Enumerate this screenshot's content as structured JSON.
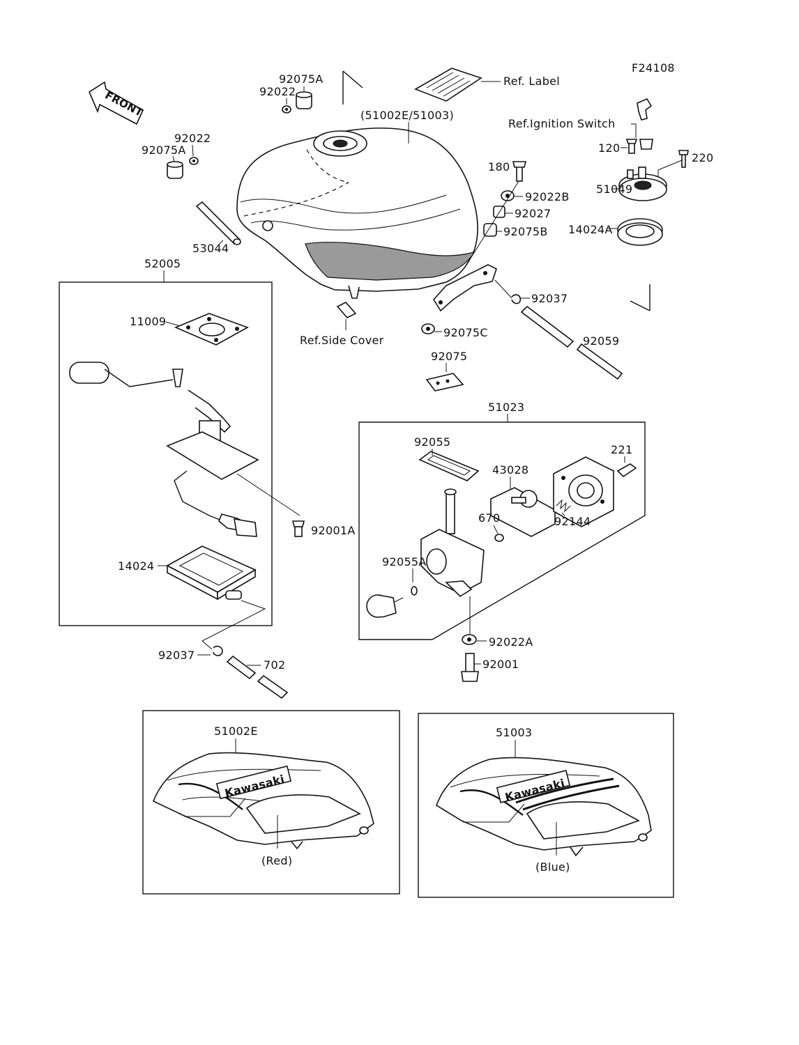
{
  "figure_code": "F24108",
  "front_label": "FRONT",
  "labels": {
    "ref_label": "Ref. Label",
    "ref_ignition_switch": "Ref.Ignition Switch",
    "ref_side_cover": "Ref.Side Cover",
    "tank_assy": "(51002E/51003)",
    "p92075A_top": "92075A",
    "p92022_top": "92022",
    "p92022_left": "92022",
    "p92075A_left": "92075A",
    "p53044": "53044",
    "p180": "180",
    "p92022B": "92022B",
    "p92027": "92027",
    "p92075B": "92075B",
    "p120": "120",
    "p220": "220",
    "p51049": "51049",
    "p14024A": "14024A",
    "p92037_right": "92037",
    "p92075C": "92075C",
    "p92059": "92059",
    "p92075": "92075",
    "p52005": "52005",
    "p11009": "11009",
    "p92001A": "92001A",
    "p14024": "14024",
    "p92037_left": "92037",
    "p702": "702",
    "p51023": "51023",
    "p92055": "92055",
    "p43028": "43028",
    "p221": "221",
    "p670": "670",
    "p92144": "92144",
    "p92055A": "92055A",
    "p92022A": "92022A",
    "p92001": "92001",
    "p51002E": "51002E",
    "p51003": "51003",
    "color_red": "(Red)",
    "color_blue": "(Blue)",
    "brand_red": "Kawasaki",
    "brand_blue": "Kawasaki"
  }
}
